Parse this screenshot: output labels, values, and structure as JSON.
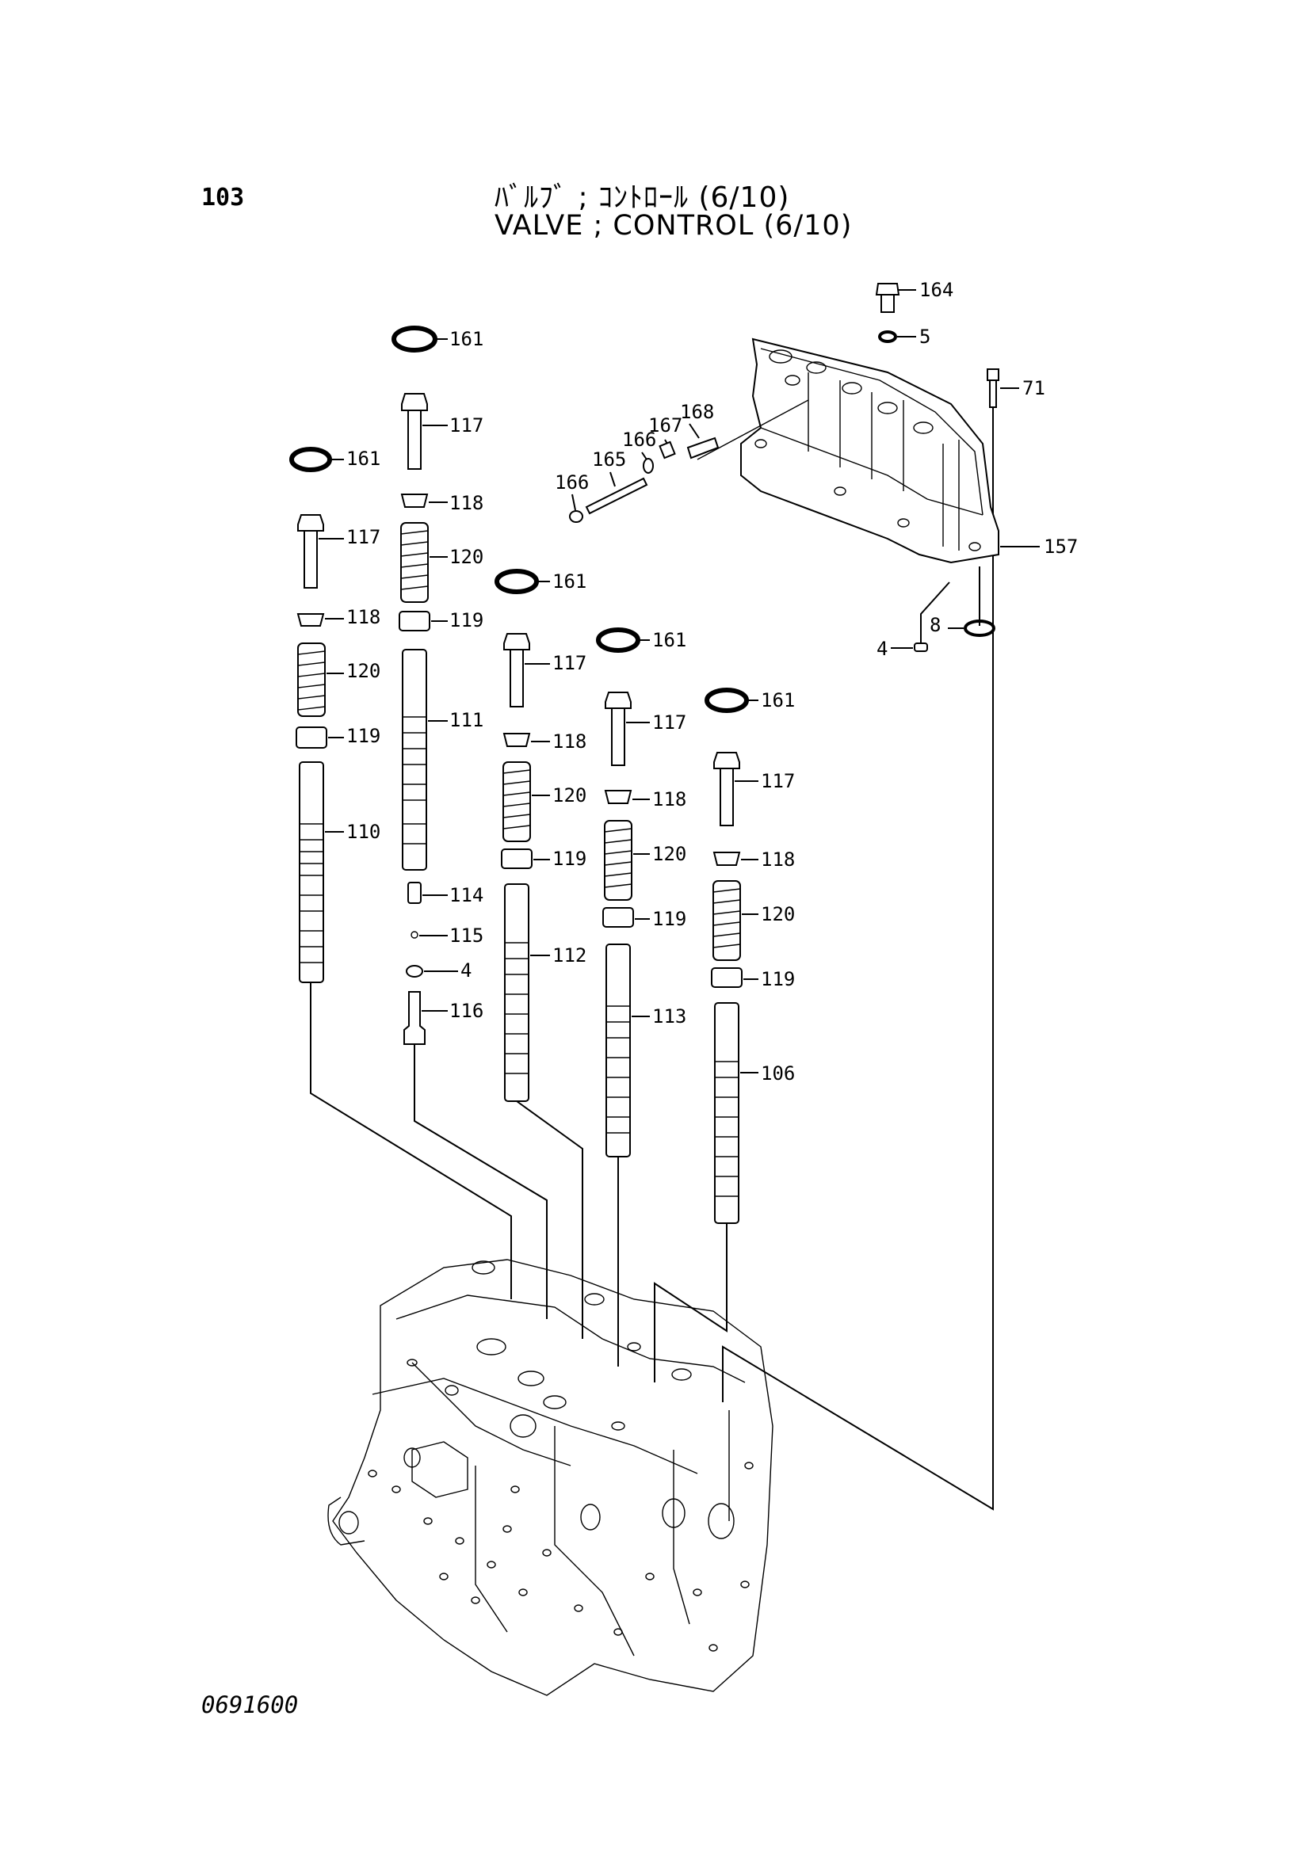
{
  "page": {
    "page_number": "103",
    "title_jp": "ﾊﾞﾙﾌﾞ ; ｺﾝﾄﾛｰﾙ (6/10)",
    "title_en": "VALVE ; CONTROL (6/10)",
    "drawing_number": "0691600"
  },
  "callouts": {
    "col1": [
      "161",
      "117",
      "118",
      "120",
      "119",
      "110"
    ],
    "col2": [
      "161",
      "117",
      "118",
      "120",
      "119",
      "111",
      "114",
      "115",
      "4",
      "116"
    ],
    "col3": [
      "161",
      "117",
      "118",
      "120",
      "119",
      "112"
    ],
    "col4": [
      "161",
      "117",
      "118",
      "120",
      "119",
      "113"
    ],
    "col5": [
      "161",
      "117",
      "118",
      "120",
      "119",
      "106"
    ],
    "cover": [
      "164",
      "5",
      "71",
      "157",
      "8",
      "4",
      "168",
      "167",
      "166",
      "165",
      "166"
    ]
  }
}
